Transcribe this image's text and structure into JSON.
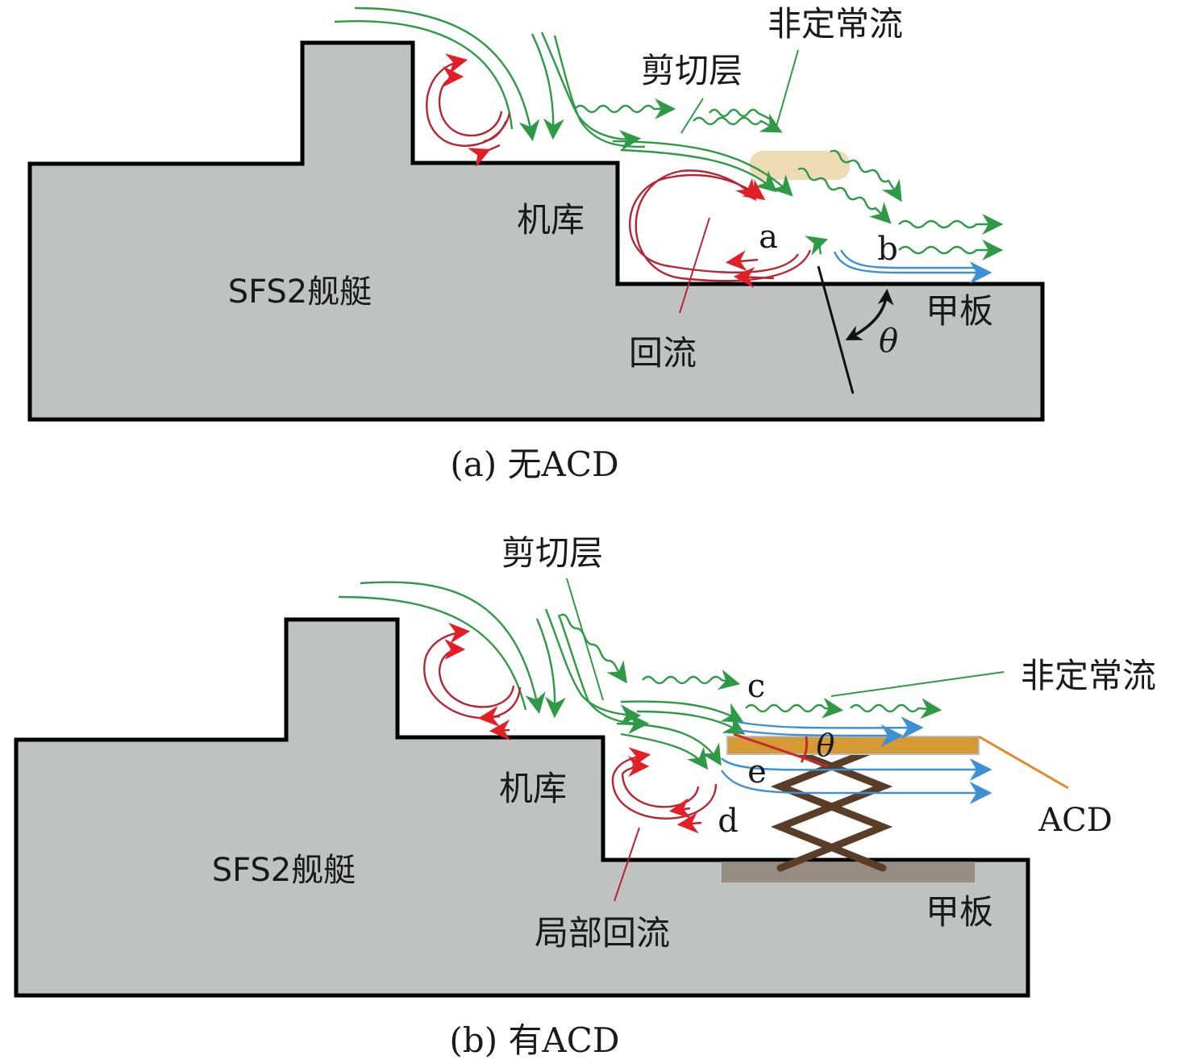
{
  "panels": [
    {
      "id": "a",
      "caption": "(a) 无ACD",
      "labels": {
        "ship": "SFS2舰艇",
        "hangar": "机库",
        "shear_layer": "剪切层",
        "unsteady_flow": "非定常流",
        "recirculation": "回流",
        "deck": "甲板",
        "point_a": "a",
        "point_b": "b",
        "angle": "θ"
      }
    },
    {
      "id": "b",
      "caption": "(b) 有ACD",
      "labels": {
        "ship": "SFS2舰艇",
        "hangar": "机库",
        "shear_layer": "剪切层",
        "unsteady_flow": "非定常流",
        "recirculation": "局部回流",
        "deck": "甲板",
        "device": "ACD",
        "point_c": "c",
        "point_d": "d",
        "point_e": "e",
        "angle": "θ"
      }
    }
  ],
  "colors": {
    "ship_fill": "#c0c1c1",
    "outline": "#000000",
    "stream": "#2f9a45",
    "recirc": "#b52632",
    "arrowhead_red": "#e41e26",
    "deck_flow": "#3d8fd6",
    "acd_plate": "#d59a35",
    "acd_leader": "#e08a2a",
    "scissor": "#5a3d26",
    "base_plate": "#8f8376",
    "unsteady_zone": "#ecd6ad"
  }
}
